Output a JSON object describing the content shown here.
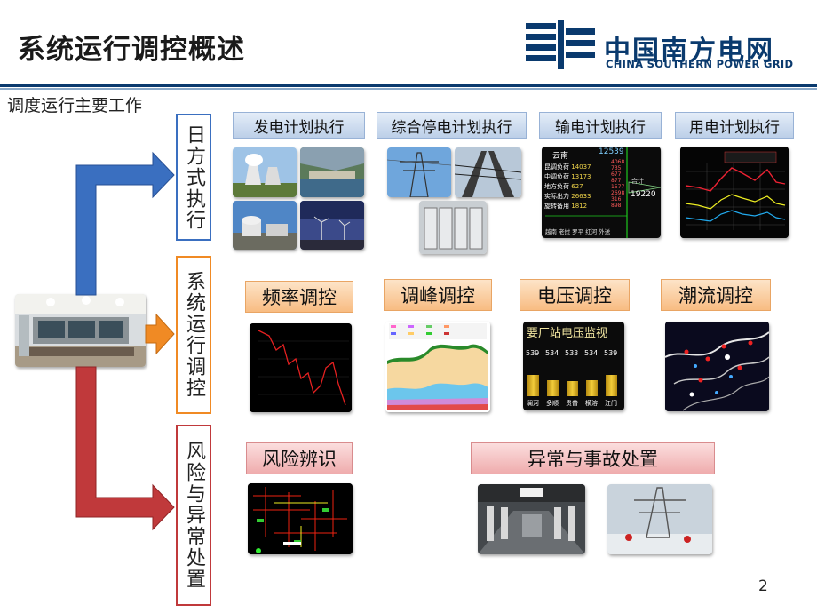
{
  "header": {
    "title": "系统运行调控概述",
    "logo_cn": "中国南方电网",
    "logo_en": "CHINA SOUTHERN POWER GRID"
  },
  "subtitle": "调度运行主要工作",
  "categories": [
    {
      "label": "日方式执行",
      "color": "#3a6fc0"
    },
    {
      "label": "系统运行调控",
      "color": "#f08a24"
    },
    {
      "label": "风险与异常处置",
      "color": "#c0393b"
    }
  ],
  "row1": [
    "发电计划执行",
    "综合停电计划执行",
    "输电计划执行",
    "用电计划执行"
  ],
  "row2": [
    "频率调控",
    "调峰调控",
    "电压调控",
    "潮流调控"
  ],
  "row3": [
    "风险辨识",
    "异常与事故处置"
  ],
  "screens": {
    "transmission": {
      "region": "云南",
      "readout": "12539",
      "rows": [
        {
          "name": "昆调负荷",
          "value": "14037"
        },
        {
          "name": "中调负荷",
          "value": "13173"
        },
        {
          "name": "地方负荷",
          "value": "627"
        },
        {
          "name": "实际出力",
          "value": "26633"
        },
        {
          "name": "旋转备用",
          "value": "1812"
        }
      ],
      "right_values": [
        "4068",
        "735",
        "677",
        "877",
        "1577",
        "2698",
        "316",
        "898"
      ],
      "total_label": "合计",
      "total": "19220",
      "footer": "越南  老挝  罗平  红河  外送"
    },
    "voltage": {
      "title": "要厂站电压监视",
      "bars": [
        {
          "station": "澜河",
          "value": "539",
          "level": 0.62
        },
        {
          "station": "多顺",
          "value": "534",
          "level": 0.48
        },
        {
          "station": "贵普",
          "value": "533",
          "level": 0.45
        },
        {
          "station": "横溶",
          "value": "534",
          "level": 0.48
        },
        {
          "station": "江门",
          "value": "539",
          "level": 0.62
        }
      ]
    }
  },
  "page_number": "2"
}
